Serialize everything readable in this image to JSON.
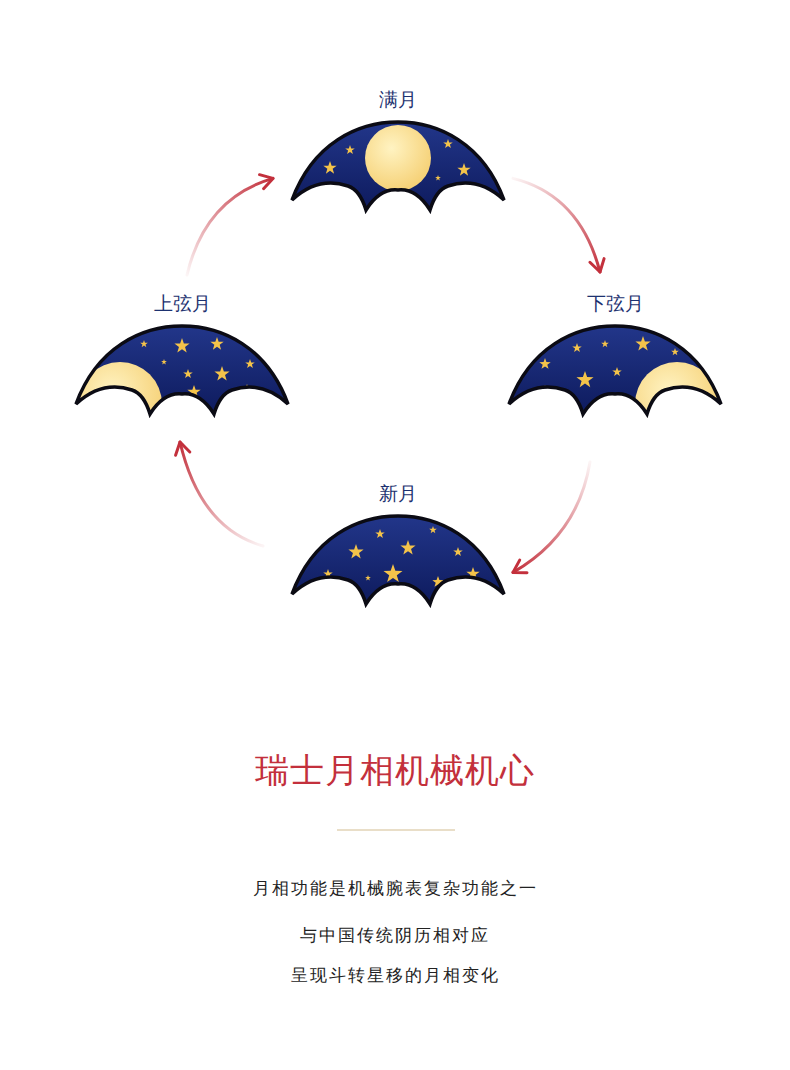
{
  "diagram": {
    "title": "瑞士月相机械机心",
    "nodes": [
      {
        "text": [
          "满月"
        ]
      },
      {
        "text": [
          "上弦月"
        ]
      },
      {
        "text": [
          "下弦月"
        ]
      },
      {
        "text": [
          "新月"
        ]
      }
    ],
    "edges": [
      {
        "from": 0,
        "to": 2,
        "arrow": "to"
      },
      {
        "from": 2,
        "to": 3,
        "arrow": "to"
      },
      {
        "from": 3,
        "to": 1,
        "arrow": "to"
      },
      {
        "from": 1,
        "to": 0,
        "arrow": "to"
      }
    ],
    "labels": [
      "月相功能是机械腕表复杂功能之一",
      "与中国传统阴历相对应",
      "呈现斗转星移的月相变化"
    ]
  }
}
